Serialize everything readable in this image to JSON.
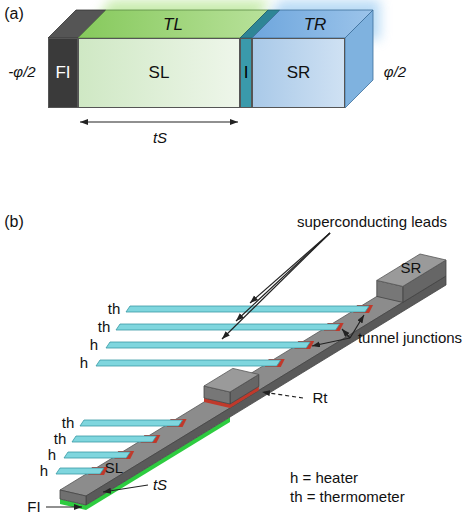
{
  "diagram": {
    "nodes": [
      {
        "text": [
          "FI"
        ]
      },
      {
        "text": [
          "SL",
          "TL"
        ]
      },
      {
        "text": [
          "I"
        ]
      },
      {
        "text": [
          "SR",
          "TR"
        ]
      }
    ],
    "labels": [
      "(a)",
      "-φ/2",
      "φ/2",
      "tS",
      "(b)",
      "superconducting leads",
      "tunnel junctions",
      "th",
      "th",
      "h",
      "h",
      "th",
      "th",
      "h",
      "h",
      "Rt",
      "SR",
      "SL",
      "tS",
      "FI",
      "h = heater",
      "th = thermometer"
    ]
  }
}
